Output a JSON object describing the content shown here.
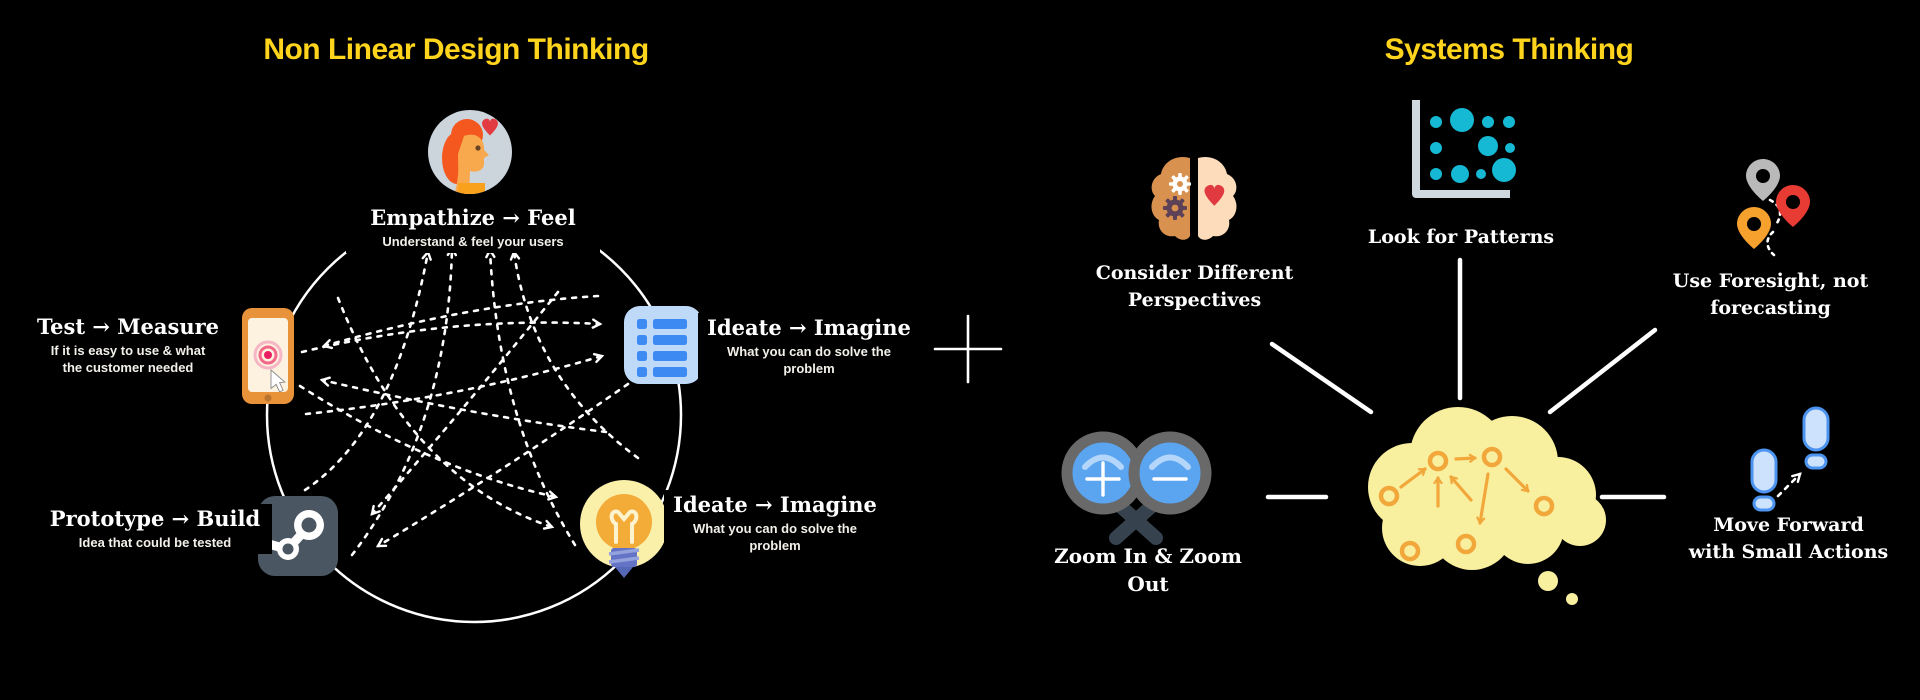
{
  "left": {
    "title": "Non Linear Design Thinking",
    "nodes": [
      {
        "icon": "empathy-head-heart-icon",
        "title": "Empathize →  Feel",
        "lines": [
          "Understand & feel your users"
        ]
      },
      {
        "icon": "checklist-icon",
        "title": "Ideate →  Imagine",
        "lines": [
          "What you can do solve the",
          "problem"
        ]
      },
      {
        "icon": "lightbulb-icon",
        "title": "Ideate →  Imagine",
        "lines": [
          "What you can do solve the",
          "problem"
        ]
      },
      {
        "icon": "steam-prototype-icon",
        "title": "Prototype →  Build",
        "lines": [
          "Idea that could be tested"
        ]
      },
      {
        "icon": "phone-test-icon",
        "title": "Test →  Measure",
        "lines": [
          "If it is easy to use & what",
          "the customer needed"
        ]
      }
    ]
  },
  "divider": {
    "symbol": "+"
  },
  "right": {
    "title": "Systems Thinking",
    "items": [
      {
        "icon": "brain-halves-icon",
        "lines": [
          "Consider Different",
          "Perspectives"
        ]
      },
      {
        "icon": "scatter-plot-icon",
        "lines": [
          "Look for Patterns"
        ]
      },
      {
        "icon": "map-pins-path-icon",
        "lines": [
          "Use Foresight, not",
          "forecasting"
        ]
      },
      {
        "icon": "magnifiers-zoom-icon",
        "lines": [
          "Zoom In & Zoom Out"
        ]
      },
      {
        "icon": "footprints-icon",
        "lines": [
          "Move Forward",
          "with Small Actions"
        ]
      }
    ]
  },
  "colors": {
    "background": "#000000",
    "title_yellow": "#ffd41c",
    "text_white": "#f3f0ea",
    "circle_stroke": "#ffffff",
    "cloud_yellow": "#f8ef9f",
    "cloud_node_orange": "#f2a73b",
    "scatter_cyan": "#16b9d4",
    "list_blue": "#3d8af2",
    "list_blue_light": "#bedaf8",
    "phone_orange": "#e8923a",
    "bulb_amber": "#f3ac38",
    "bulb_glow": "#faf0aa",
    "bulb_base_purple": "#6473c5",
    "steam_slate": "#4a5661",
    "brain_left_tan": "#d9914f",
    "brain_right_peach": "#fcdcba",
    "heart_red": "#e23b41",
    "pin_gray": "#b9b9b9",
    "pin_red": "#e73b33",
    "pin_orange": "#f6a02d",
    "lens_blue": "#5ba4f0",
    "lens_ring_gray": "#696969",
    "handle_slate": "#36434e",
    "footprint_blue_light": "#cde2fc",
    "footprint_blue": "#4d94f0"
  }
}
